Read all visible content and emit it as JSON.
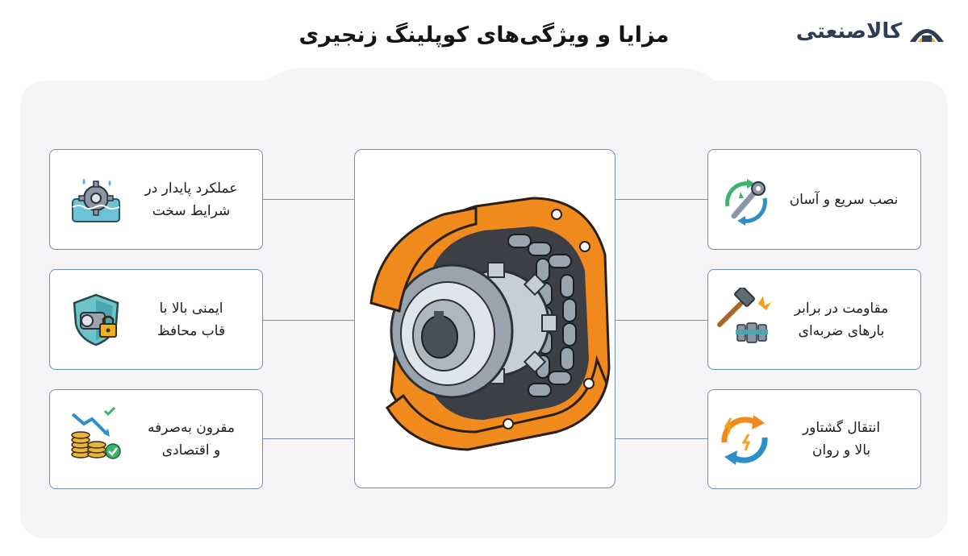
{
  "title": "مزایا و ویژگی‌های کوپلینگ زنجیری",
  "logo": {
    "text": "کالاصنعتی",
    "accent_color": "#2e3d55",
    "highlight_color": "#f3a21e"
  },
  "colors": {
    "panel_bg": "#f6f4f6",
    "card_border": "#6f8fb0",
    "coupling_orange": "#f08a1c"
  },
  "features_left": [
    {
      "line1": "عملکرد پایدار در",
      "line2": "شرایط سخت",
      "icon": "gear-in-water-icon"
    },
    {
      "line1": "ایمنی بالا با",
      "line2": "قاب محافظ",
      "icon": "shield-lock-icon"
    },
    {
      "line1": "مقرون به‌صرفه",
      "line2": "و اقتصادی",
      "icon": "coins-savings-icon"
    }
  ],
  "features_right": [
    {
      "line1": "نصب سریع و آسان",
      "line2": "",
      "icon": "wrench-cycle-icon"
    },
    {
      "line1": "مقاومت در برابر",
      "line2": "بارهای ضربه‌ای",
      "icon": "hammer-impact-icon"
    },
    {
      "line1": "انتقال گشتاور",
      "line2": "بالا و روان",
      "icon": "torque-arrows-icon"
    }
  ],
  "center_image": {
    "icon": "chain-coupling-icon"
  }
}
